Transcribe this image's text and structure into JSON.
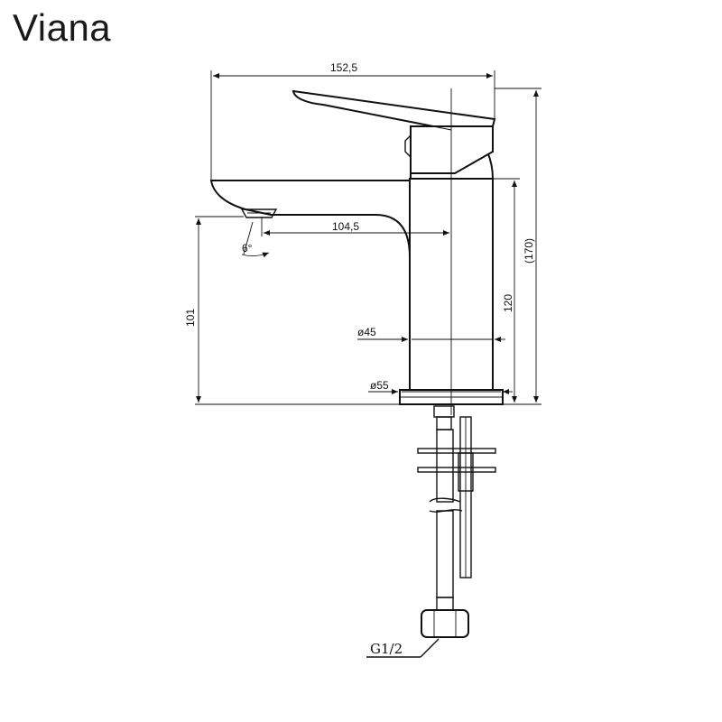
{
  "title": "Viana",
  "dimensions": {
    "overall_width": "152,5",
    "spout_reach": "104,5",
    "overall_height": "(170)",
    "body_height": "120",
    "spout_height": "101",
    "body_diameter": "ø45",
    "base_diameter": "ø55",
    "spout_angle": "6°",
    "thread": "G1/2"
  },
  "colors": {
    "line": "#111111",
    "background": "#ffffff"
  }
}
